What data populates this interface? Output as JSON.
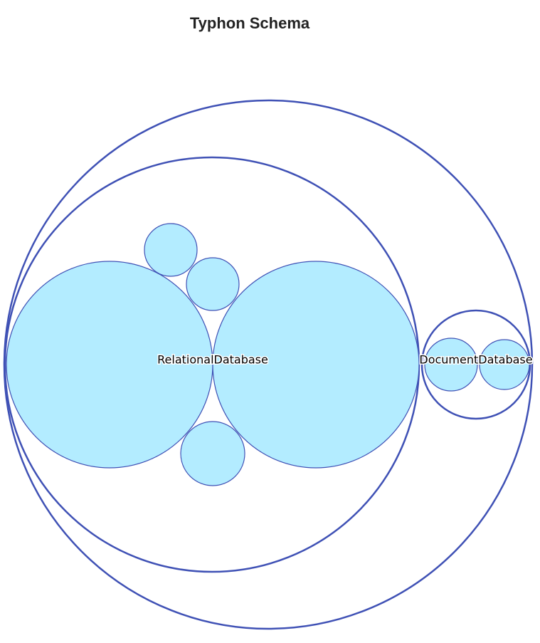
{
  "title": "Typhon Schema",
  "colors": {
    "outline": "#3f51b5",
    "leaf_fill": "#b3ecff",
    "background": "#ffffff"
  },
  "labels": {
    "relational": "RelationalDatabase",
    "document": "DocumentDatabase"
  }
}
